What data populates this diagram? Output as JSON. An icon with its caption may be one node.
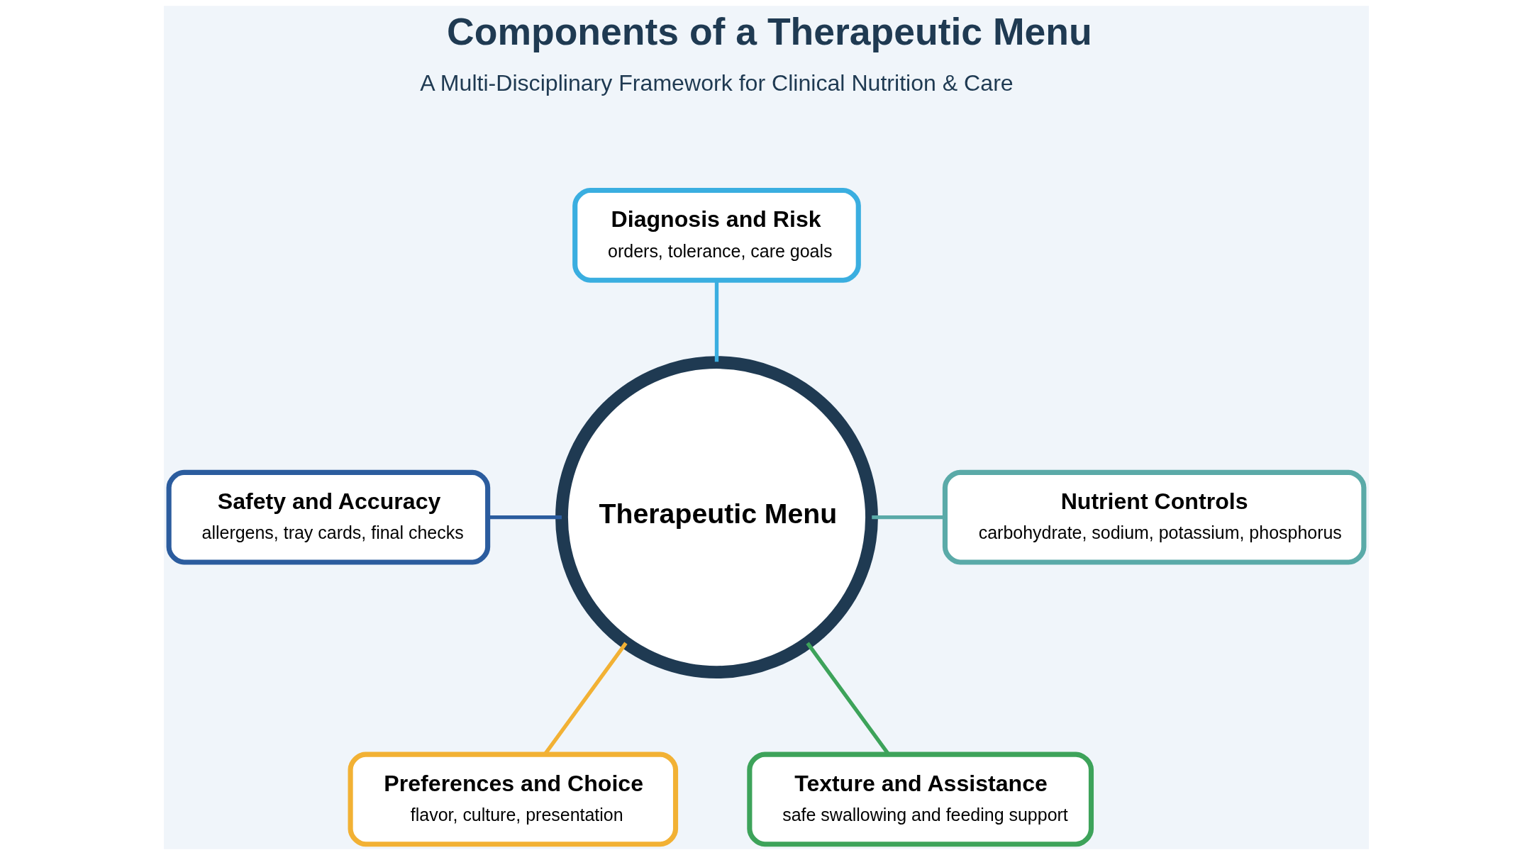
{
  "diagram": {
    "title": "Components of a Therapeutic Menu",
    "nodes": [
      {
        "text": [
          "Diagnosis and Risk",
          "orders, tolerance, care goals"
        ]
      },
      {
        "text": [
          "Safety and Accuracy",
          "allergens, tray cards, final checks"
        ]
      },
      {
        "text": [
          "Therapeutic Menu"
        ]
      },
      {
        "text": [
          "Nutrient Controls",
          "carbohydrate, sodium, potassium, phosphorus"
        ]
      },
      {
        "text": [
          "Preferences and Choice",
          "flavor, culture, presentation"
        ]
      },
      {
        "text": [
          "Texture and Assistance",
          "safe swallowing and feeding support"
        ]
      }
    ],
    "edges": [
      {
        "from": 0,
        "to": 2,
        "arrow": "none",
        "color": "#3aaee0"
      },
      {
        "from": 1,
        "to": 2,
        "arrow": "none",
        "color": "#2b5c9e"
      },
      {
        "from": 2,
        "to": 3,
        "arrow": "none",
        "color": "#5aaaa8"
      },
      {
        "from": 2,
        "to": 4,
        "arrow": "none",
        "color": "#f2b134"
      },
      {
        "from": 2,
        "to": 5,
        "arrow": "none",
        "color": "#3da35a"
      }
    ],
    "labels": [
      "A Multi-Disciplinary Framework for Clinical Nutrition & Care"
    ]
  }
}
